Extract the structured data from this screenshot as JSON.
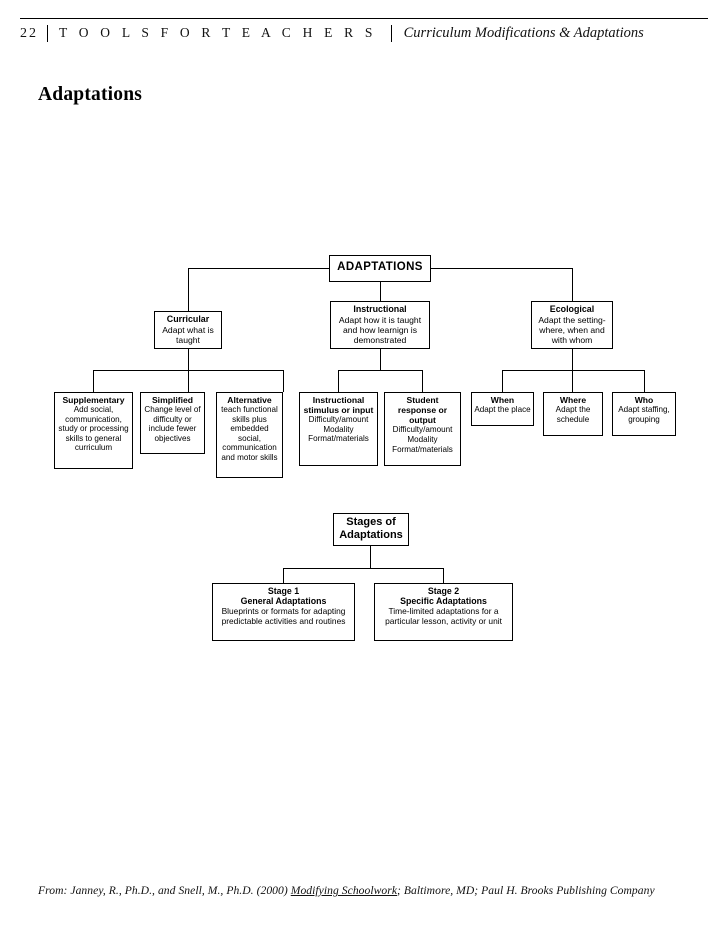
{
  "header": {
    "page_number": "22",
    "book_title": "T O O L S   F O R   T E A C H E R S",
    "chapter_title": "Curriculum Modifications & Adaptations"
  },
  "section": {
    "title": "Adaptations"
  },
  "diagram": {
    "root": {
      "label": "ADAPTATIONS"
    },
    "tier2": [
      {
        "title": "Curricular",
        "description": "Adapt what is taught"
      },
      {
        "title": "Instructional",
        "description": "Adapt how it is taught and how learnign is demonstrated"
      },
      {
        "title": "Ecological",
        "description": "Adapt the setting- where, when and with whom"
      }
    ],
    "leaves": [
      {
        "title": "Supplementary",
        "description": "Add social, communication, study or processing skills to general curriculum"
      },
      {
        "title": "Simplified",
        "description": "Change level of difficulty or include fewer objectives"
      },
      {
        "title": "Alternative",
        "description": "teach functional skills plus embedded social, communication and motor skills"
      },
      {
        "title": "Instructional stimulus or input",
        "description": "Difficulty/amount Modality Format/materials"
      },
      {
        "title": "Student response or output",
        "description": "Difficulty/amount Modality Format/materials"
      },
      {
        "title": "When",
        "description": "Adapt the place"
      },
      {
        "title": "Where",
        "description": "Adapt the schedule"
      },
      {
        "title": "Who",
        "description": "Adapt staffing, grouping"
      }
    ]
  },
  "stages": {
    "root": {
      "label": "Stages of Adaptations"
    },
    "items": [
      {
        "stage_label": "Stage 1",
        "stage_name": "General Adaptations",
        "description": "Blueprints or formats for adapting predictable activities and routines"
      },
      {
        "stage_label": "Stage 2",
        "stage_name": "Specific Adaptations",
        "description": "Time-limited adaptations for a particular lesson, activity or unit"
      }
    ]
  },
  "footer": {
    "prefix": "From: Janney, R., Ph.D., and Snell, M., Ph.D. (2000) ",
    "work_title": "Modifying Schoolwork",
    "suffix": "; Baltimore, MD; Paul H. Brooks Publishing Company"
  }
}
